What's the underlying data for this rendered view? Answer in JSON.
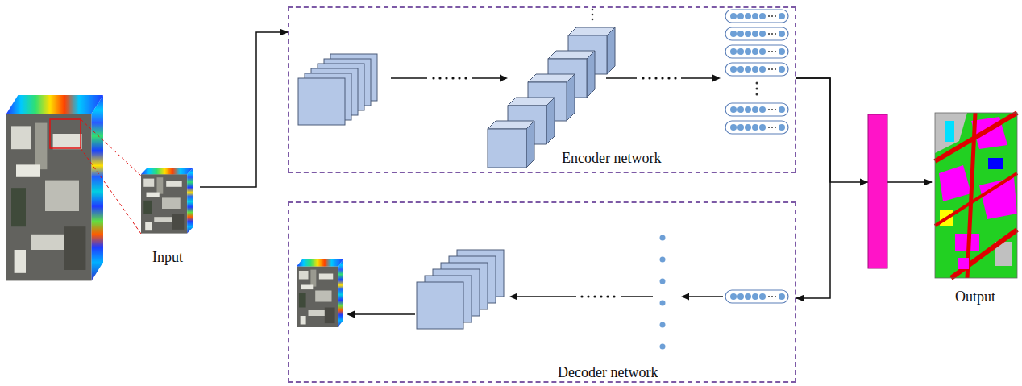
{
  "diagram": {
    "nodes": [
      {
        "text": [
          "Input"
        ]
      },
      {
        "text": [
          "Encoder network"
        ]
      },
      {
        "text": [
          "Decoder network"
        ]
      },
      {
        "text": [
          "Output"
        ]
      }
    ],
    "edges": [
      {
        "from": 0,
        "to": 1,
        "arrow": "to"
      },
      {
        "from": 1,
        "to": 3,
        "arrow": "to"
      },
      {
        "from": 1,
        "to": 2,
        "arrow": "to"
      }
    ]
  }
}
